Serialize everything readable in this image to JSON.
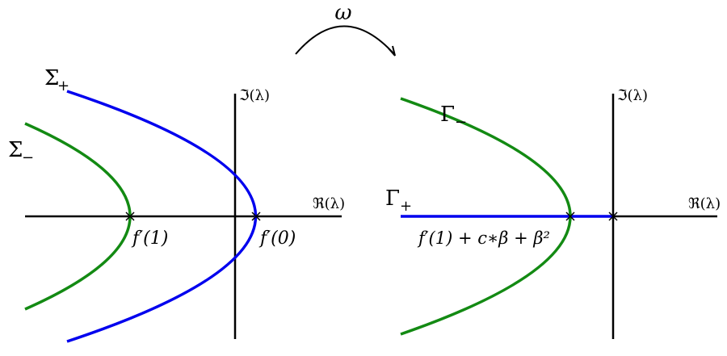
{
  "colors": {
    "axis": "#000000",
    "blue_curve": "#0000ee",
    "green_curve": "#138a13"
  },
  "top": {
    "map_symbol": "ω"
  },
  "left_plane": {
    "imag_axis_label": "ℑ(λ)",
    "real_axis_label": "ℜ(λ)",
    "sigma_plus_label": "Σ",
    "sigma_plus_sub": "+",
    "sigma_minus_label": "Σ",
    "sigma_minus_sub": "−",
    "point_f1_label": "f′(1)",
    "point_f0_label": "f′(0)"
  },
  "right_plane": {
    "imag_axis_label": "ℑ(λ)",
    "real_axis_label": "ℜ(λ)",
    "gamma_minus_label": "Γ",
    "gamma_minus_sub": "−",
    "gamma_plus_label": "Γ",
    "gamma_plus_sub": "+",
    "point_label": "f′(1) + c∗β + β²"
  }
}
